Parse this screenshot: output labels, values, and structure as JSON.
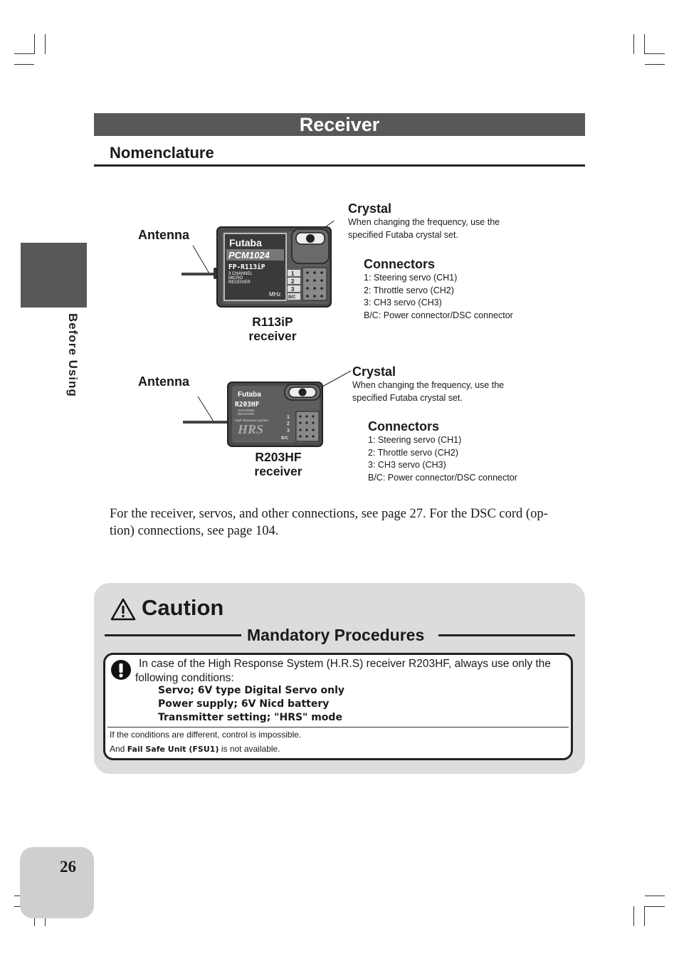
{
  "header": {
    "title": "Receiver"
  },
  "section": {
    "heading": "Nomenclature"
  },
  "side": {
    "label": "Before Using"
  },
  "receiver1": {
    "antenna_label": "Antenna",
    "crystal_label": "Crystal",
    "crystal_note_line1": "When changing the frequency, use the",
    "crystal_note_line2": "specified Futaba crystal set.",
    "connectors_label": "Connectors",
    "connectors": [
      "1: Steering servo (CH1)",
      "2: Throttle servo (CH2)",
      "3: CH3 servo (CH3)",
      "B/C: Power connector/DSC connector"
    ],
    "model_line1": "R113iP",
    "model_line2": "receiver",
    "device": {
      "brand": "Futaba",
      "series": "PCM1024",
      "model": "FP-R113iP",
      "desc1": "3 CHANNEL",
      "desc2": "MICRO",
      "desc3": "RECEIVER",
      "unit": "MHz",
      "ports": [
        "1",
        "2",
        "3",
        "B/C"
      ]
    }
  },
  "receiver2": {
    "antenna_label": "Antenna",
    "crystal_label": "Crystal",
    "crystal_note_line1": "When changing the frequency, use the",
    "crystal_note_line2": "specified Futaba crystal set.",
    "connectors_label": "Connectors",
    "connectors": [
      "1: Steering servo (CH1)",
      "2: Throttle servo (CH2)",
      "3: CH3 servo (CH3)",
      "B/C: Power connector/DSC connector"
    ],
    "model_line1": "R203HF",
    "model_line2": "receiver",
    "device": {
      "brand": "Futaba",
      "model": "R203HF",
      "desc1": "3CHANNEL",
      "desc2": "RECEIVER",
      "subtitle": "High Response System",
      "logo": "HRS",
      "ports": [
        "1",
        "2",
        "3",
        "B/C"
      ]
    }
  },
  "body_text": {
    "line1": "For the receiver, servos, and other connections, see page 27. For the DSC cord (op-",
    "line2": "tion) connections, see page 104."
  },
  "caution": {
    "title": "Caution",
    "subtitle": "Mandatory Procedures",
    "warning_line1": "In case of the High Response System (H.R.S) receiver R203HF, always use only the",
    "warning_line2": "following conditions:",
    "conditions": [
      "Servo; 6V type Digital Servo only",
      "Power supply; 6V Nicd battery",
      "Transmitter setting; \"HRS\" mode"
    ],
    "note1": "If the conditions are different, control is impossible.",
    "note2_prefix": "And ",
    "note2_bold": "Fail Safe Unit (FSU1)",
    "note2_suffix": " is not available."
  },
  "footer": {
    "page_number": "26"
  },
  "colors": {
    "title_bar": "#58585a",
    "caution_bg": "#dcdcdc",
    "page_tab": "#cfcfcf"
  }
}
